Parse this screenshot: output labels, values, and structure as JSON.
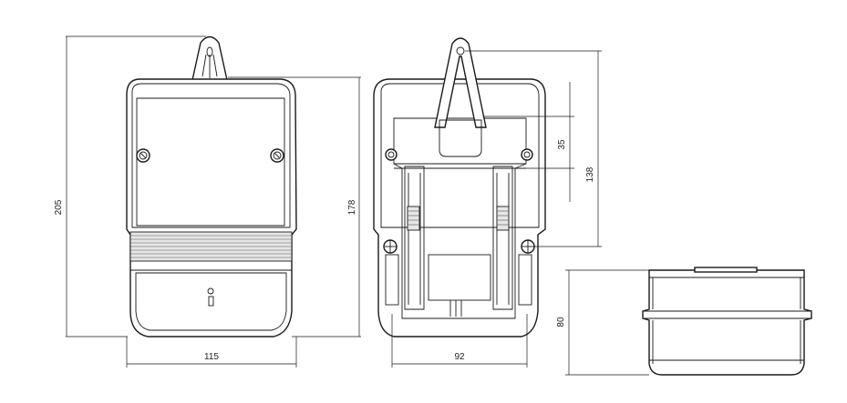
{
  "dimensions": {
    "front_height": "205",
    "front_body_height": "178",
    "front_width": "115",
    "rear_width": "92",
    "rear_mount_spacing": "35",
    "rear_mount_height": "138",
    "side_depth": "80"
  }
}
